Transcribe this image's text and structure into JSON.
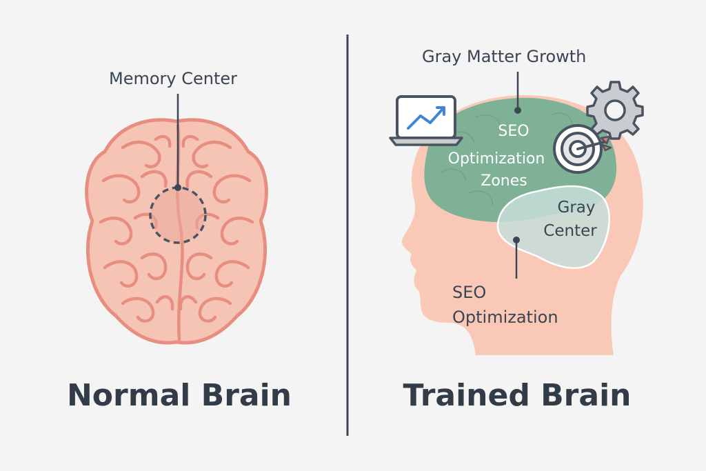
{
  "left_panel": {
    "title": "Normal Brain",
    "callout_label": "Memory Center"
  },
  "right_panel": {
    "title": "Trained Brain",
    "callout_top": "Gray Matter Growth",
    "zone_label_line1": "SEO",
    "zone_label_line2": "Optimization",
    "zone_label_line3": "Zones",
    "center_label_line1": "Gray",
    "center_label_line2": "Center",
    "callout_bottom_line1": "SEO",
    "callout_bottom_line2": "Optimization"
  },
  "icons": [
    "laptop-chart-icon",
    "gear-icon",
    "target-icon"
  ],
  "colors": {
    "background": "#f4f4f4",
    "brain_fill": "#f6c4b4",
    "brain_stroke": "#e88e80",
    "head_fill": "#f9c8b6",
    "green_zone": "#7fb196",
    "gray_center": "#c7ded9",
    "text": "#3a4452",
    "divider": "#3c4654"
  }
}
